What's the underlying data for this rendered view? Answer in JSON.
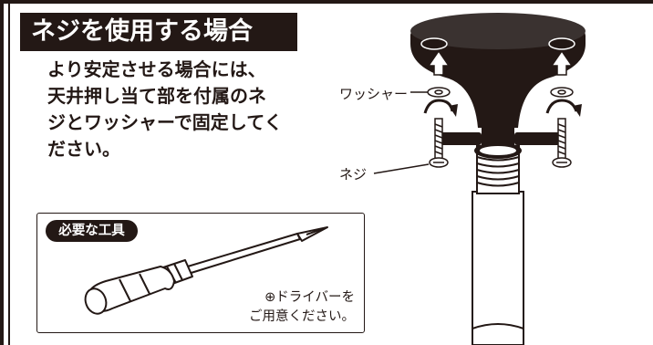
{
  "title": "ネジを使用する場合",
  "body": "より安定させる場合には、\n天井押し当て部を付属のネ\nジとワッシャーで固定してく\nださい。",
  "tools": {
    "badge": "必要な工具",
    "note": "⊕ドライバーを\nご用意ください。"
  },
  "labels": {
    "washer": "ワッシャー",
    "screw": "ネジ"
  }
}
